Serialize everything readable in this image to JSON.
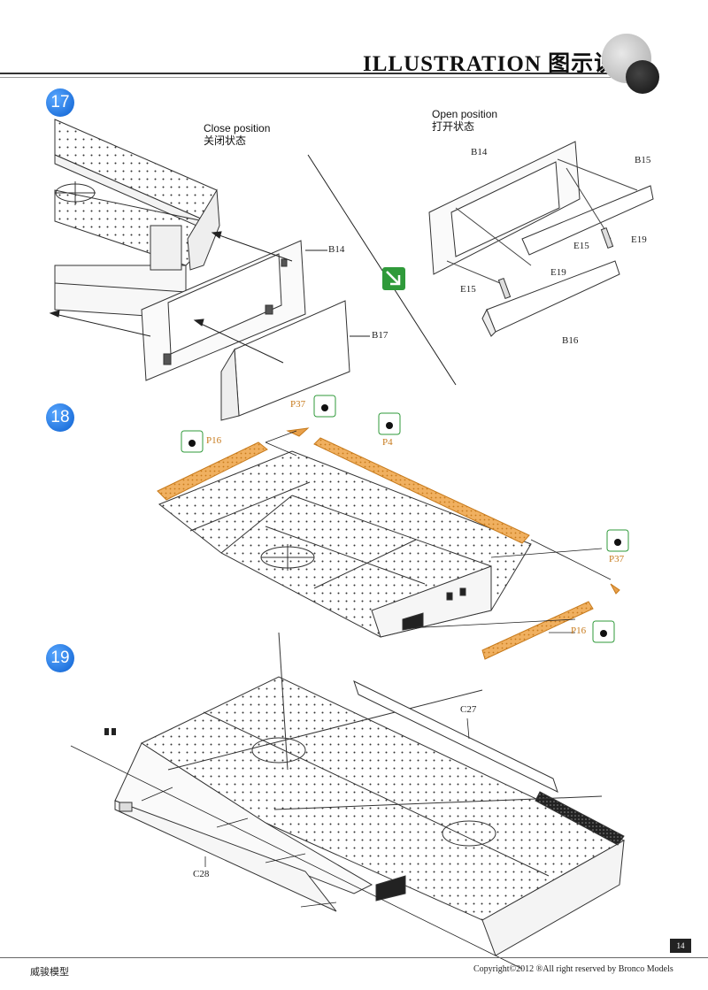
{
  "header": {
    "title": "ILLUSTRATION 图示说明:"
  },
  "steps": [
    {
      "number": "17"
    },
    {
      "number": "18"
    },
    {
      "number": "19"
    }
  ],
  "step17": {
    "close_position": "Close position",
    "close_position_cn": "关闭状态",
    "open_position": "Open position",
    "open_position_cn": "打开状态",
    "parts": [
      "B14",
      "B17",
      "B14",
      "B15",
      "E19",
      "E15",
      "E19",
      "E15",
      "B16"
    ]
  },
  "step18": {
    "parts": [
      "P37",
      "P16",
      "P4",
      "P37",
      "P16"
    ]
  },
  "step19": {
    "parts": [
      "C27",
      "C28"
    ]
  },
  "footer": {
    "left": "威骏模型",
    "right": "Copyright©2012  ®All right reserved by Bronco Models",
    "page": "14"
  },
  "colors": {
    "accent_blue": "#0b5fd0",
    "etch_orange": "#e8a04a",
    "icon_green": "#2f9a3a"
  }
}
